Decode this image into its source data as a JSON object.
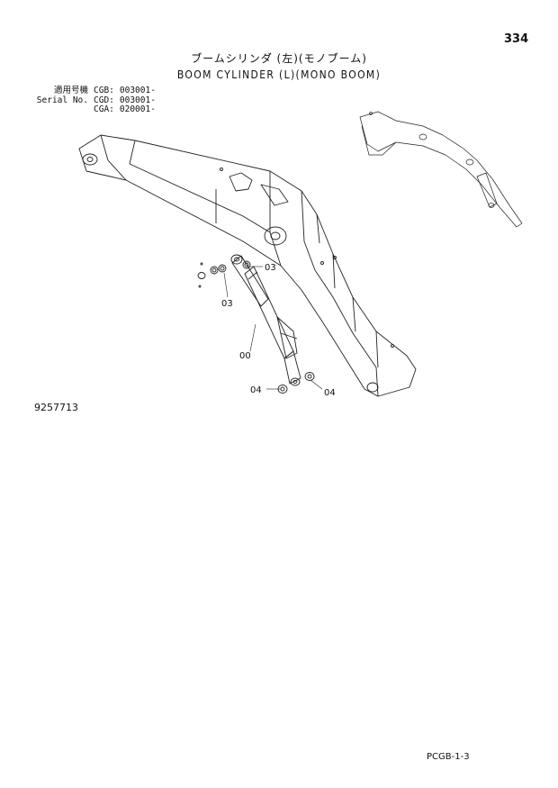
{
  "page": {
    "number": "334",
    "title_jp": "ブ゙ームシリンダ゙ (左)(モノブ゙ーム)",
    "title_en": "BOOM CYLINDER (L)(MONO BOOM)",
    "serial": {
      "label_jp": "適用号機",
      "label_en": "Serial No.",
      "rows": [
        {
          "code": "CGB:",
          "value": "003001-"
        },
        {
          "code": "CGD:",
          "value": "003001-"
        },
        {
          "code": "CGA:",
          "value": "020001-"
        }
      ]
    },
    "drawing_number": "9257713",
    "footer_code": "PCGB-1-3"
  },
  "callouts": {
    "c03a": "03",
    "c03b": "03",
    "c00": "00",
    "c04a": "04",
    "c04b": "04"
  }
}
